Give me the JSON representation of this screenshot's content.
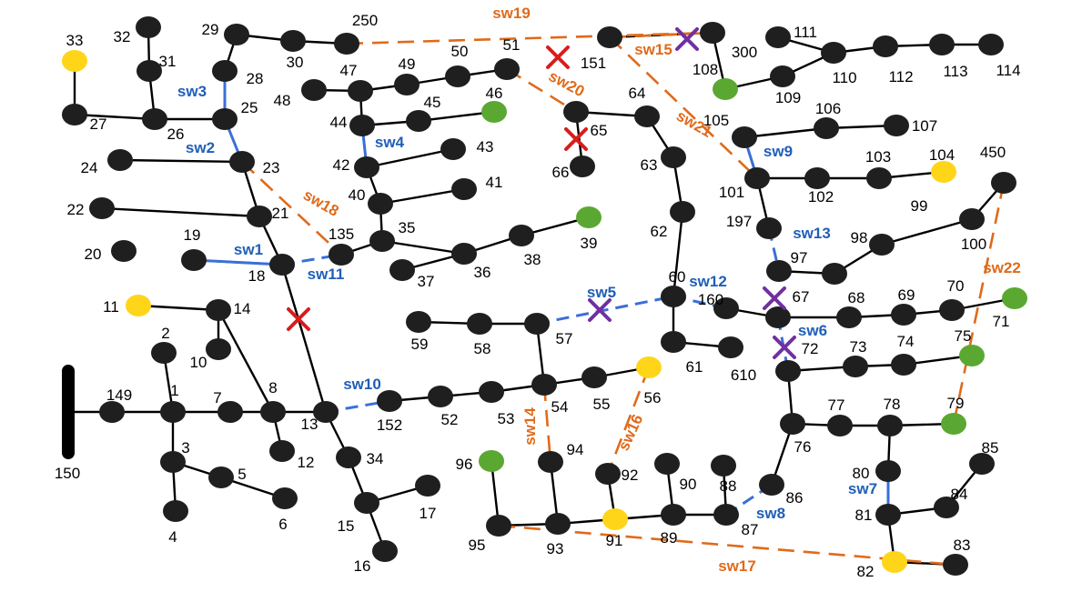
{
  "colors": {
    "node": "#1f1f1f",
    "line": "#000000",
    "open_switch_line": "#e06a1a",
    "closed_switch_line": "#3a6fd8",
    "der_green": "#5aa832",
    "der_yellow": "#ffd51a",
    "marker_red": "#d91c1c",
    "marker_purple": "#7030a0",
    "switch_label_blue": "#1f5fb8",
    "switch_label_orange": "#e06a1a"
  },
  "source_bus": "150",
  "node_types": {
    "green": [
      "46",
      "39",
      "108",
      "71",
      "75",
      "79",
      "96"
    ],
    "yellow": [
      "33",
      "11",
      "56",
      "91",
      "104",
      "82"
    ]
  },
  "nodes": [
    {
      "id": "150",
      "label": "150"
    },
    {
      "id": "149",
      "label": "149"
    },
    {
      "id": "1",
      "label": "1"
    },
    {
      "id": "2",
      "label": "2"
    },
    {
      "id": "3",
      "label": "3"
    },
    {
      "id": "4",
      "label": "4"
    },
    {
      "id": "5",
      "label": "5"
    },
    {
      "id": "6",
      "label": "6"
    },
    {
      "id": "7",
      "label": "7"
    },
    {
      "id": "8",
      "label": "8"
    },
    {
      "id": "10",
      "label": "10"
    },
    {
      "id": "11",
      "label": "11"
    },
    {
      "id": "12",
      "label": "12"
    },
    {
      "id": "13",
      "label": "13"
    },
    {
      "id": "14",
      "label": "14"
    },
    {
      "id": "15",
      "label": "15"
    },
    {
      "id": "16",
      "label": "16"
    },
    {
      "id": "17",
      "label": "17"
    },
    {
      "id": "18",
      "label": "18"
    },
    {
      "id": "19",
      "label": "19"
    },
    {
      "id": "20",
      "label": "20"
    },
    {
      "id": "21",
      "label": "21"
    },
    {
      "id": "22",
      "label": "22"
    },
    {
      "id": "23",
      "label": "23"
    },
    {
      "id": "24",
      "label": "24"
    },
    {
      "id": "25",
      "label": "25"
    },
    {
      "id": "26",
      "label": "26"
    },
    {
      "id": "27",
      "label": "27"
    },
    {
      "id": "28",
      "label": "28"
    },
    {
      "id": "29",
      "label": "29"
    },
    {
      "id": "30",
      "label": "30"
    },
    {
      "id": "31",
      "label": "31"
    },
    {
      "id": "32",
      "label": "32"
    },
    {
      "id": "33",
      "label": "33"
    },
    {
      "id": "34",
      "label": "34"
    },
    {
      "id": "35",
      "label": "35"
    },
    {
      "id": "36",
      "label": "36"
    },
    {
      "id": "37",
      "label": "37"
    },
    {
      "id": "38",
      "label": "38"
    },
    {
      "id": "39",
      "label": "39"
    },
    {
      "id": "40",
      "label": "40"
    },
    {
      "id": "41",
      "label": "41"
    },
    {
      "id": "42",
      "label": "42"
    },
    {
      "id": "43",
      "label": "43"
    },
    {
      "id": "44",
      "label": "44"
    },
    {
      "id": "45",
      "label": "45"
    },
    {
      "id": "46",
      "label": "46"
    },
    {
      "id": "47",
      "label": "47"
    },
    {
      "id": "48",
      "label": "48"
    },
    {
      "id": "49",
      "label": "49"
    },
    {
      "id": "50",
      "label": "50"
    },
    {
      "id": "51",
      "label": "51"
    },
    {
      "id": "52",
      "label": "52"
    },
    {
      "id": "53",
      "label": "53"
    },
    {
      "id": "54",
      "label": "54"
    },
    {
      "id": "55",
      "label": "55"
    },
    {
      "id": "56",
      "label": "56"
    },
    {
      "id": "57",
      "label": "57"
    },
    {
      "id": "58",
      "label": "58"
    },
    {
      "id": "59",
      "label": "59"
    },
    {
      "id": "60",
      "label": "60"
    },
    {
      "id": "61",
      "label": "61"
    },
    {
      "id": "62",
      "label": "62"
    },
    {
      "id": "63",
      "label": "63"
    },
    {
      "id": "64",
      "label": "64"
    },
    {
      "id": "65",
      "label": "65"
    },
    {
      "id": "66",
      "label": "66"
    },
    {
      "id": "67",
      "label": "67"
    },
    {
      "id": "68",
      "label": "68"
    },
    {
      "id": "69",
      "label": "69"
    },
    {
      "id": "70",
      "label": "70"
    },
    {
      "id": "71",
      "label": "71"
    },
    {
      "id": "72",
      "label": "72"
    },
    {
      "id": "73",
      "label": "73"
    },
    {
      "id": "74",
      "label": "74"
    },
    {
      "id": "75",
      "label": "75"
    },
    {
      "id": "76",
      "label": "76"
    },
    {
      "id": "77",
      "label": "77"
    },
    {
      "id": "78",
      "label": "78"
    },
    {
      "id": "79",
      "label": "79"
    },
    {
      "id": "80",
      "label": "80"
    },
    {
      "id": "81",
      "label": "81"
    },
    {
      "id": "82",
      "label": "82"
    },
    {
      "id": "83",
      "label": "83"
    },
    {
      "id": "84",
      "label": "84"
    },
    {
      "id": "85",
      "label": "85"
    },
    {
      "id": "86",
      "label": "86"
    },
    {
      "id": "87",
      "label": "87"
    },
    {
      "id": "88",
      "label": "88"
    },
    {
      "id": "89",
      "label": "89"
    },
    {
      "id": "90",
      "label": "90"
    },
    {
      "id": "91",
      "label": "91"
    },
    {
      "id": "92",
      "label": "92"
    },
    {
      "id": "93",
      "label": "93"
    },
    {
      "id": "94",
      "label": "94"
    },
    {
      "id": "95",
      "label": "95"
    },
    {
      "id": "96",
      "label": "96"
    },
    {
      "id": "97",
      "label": "97"
    },
    {
      "id": "98",
      "label": "98"
    },
    {
      "id": "99",
      "label": "99"
    },
    {
      "id": "100",
      "label": "100"
    },
    {
      "id": "101",
      "label": "101"
    },
    {
      "id": "102",
      "label": "102"
    },
    {
      "id": "103",
      "label": "103"
    },
    {
      "id": "104",
      "label": "104"
    },
    {
      "id": "105",
      "label": "105"
    },
    {
      "id": "106",
      "label": "106"
    },
    {
      "id": "107",
      "label": "107"
    },
    {
      "id": "108",
      "label": "108"
    },
    {
      "id": "109",
      "label": "109"
    },
    {
      "id": "110",
      "label": "110"
    },
    {
      "id": "111",
      "label": "111"
    },
    {
      "id": "112",
      "label": "112"
    },
    {
      "id": "113",
      "label": "113"
    },
    {
      "id": "114",
      "label": "114"
    },
    {
      "id": "135",
      "label": "135"
    },
    {
      "id": "151",
      "label": "151"
    },
    {
      "id": "152",
      "label": "152"
    },
    {
      "id": "160",
      "label": "160"
    },
    {
      "id": "197",
      "label": "197"
    },
    {
      "id": "250",
      "label": "250"
    },
    {
      "id": "300",
      "label": "300"
    },
    {
      "id": "450",
      "label": "450"
    },
    {
      "id": "610",
      "label": "610"
    }
  ],
  "unlabeled_nodes": [
    "9"
  ],
  "lines": [
    [
      "150",
      "149"
    ],
    [
      "149",
      "1"
    ],
    [
      "1",
      "2"
    ],
    [
      "1",
      "7"
    ],
    [
      "1",
      "3"
    ],
    [
      "3",
      "4"
    ],
    [
      "3",
      "5"
    ],
    [
      "5",
      "6"
    ],
    [
      "7",
      "8"
    ],
    [
      "8",
      "12"
    ],
    [
      "8",
      "13"
    ],
    [
      "8",
      "14"
    ],
    [
      "14",
      "11"
    ],
    [
      "14",
      "10"
    ],
    [
      "13",
      "9"
    ],
    [
      "9",
      "18"
    ],
    [
      "13",
      "34"
    ],
    [
      "34",
      "15"
    ],
    [
      "15",
      "16"
    ],
    [
      "15",
      "17"
    ],
    [
      "18",
      "19"
    ],
    [
      "18",
      "21"
    ],
    [
      "21",
      "22"
    ],
    [
      "21",
      "23"
    ],
    [
      "23",
      "24"
    ],
    [
      "25",
      "26"
    ],
    [
      "26",
      "27"
    ],
    [
      "26",
      "31"
    ],
    [
      "31",
      "32"
    ],
    [
      "27",
      "33"
    ],
    [
      "28",
      "29"
    ],
    [
      "29",
      "30"
    ],
    [
      "30",
      "250"
    ],
    [
      "135",
      "35"
    ],
    [
      "35",
      "36"
    ],
    [
      "35",
      "40"
    ],
    [
      "36",
      "37"
    ],
    [
      "36",
      "38"
    ],
    [
      "38",
      "39"
    ],
    [
      "40",
      "41"
    ],
    [
      "40",
      "42"
    ],
    [
      "42",
      "43"
    ],
    [
      "42",
      "44"
    ],
    [
      "44",
      "45"
    ],
    [
      "45",
      "46"
    ],
    [
      "44",
      "47"
    ],
    [
      "47",
      "48"
    ],
    [
      "47",
      "49"
    ],
    [
      "49",
      "50"
    ],
    [
      "50",
      "51"
    ],
    [
      "152",
      "52"
    ],
    [
      "52",
      "53"
    ],
    [
      "53",
      "54"
    ],
    [
      "54",
      "55"
    ],
    [
      "55",
      "56"
    ],
    [
      "54",
      "57"
    ],
    [
      "57",
      "58"
    ],
    [
      "58",
      "59"
    ],
    [
      "60",
      "62"
    ],
    [
      "60",
      "61"
    ],
    [
      "61",
      "610"
    ],
    [
      "62",
      "63"
    ],
    [
      "63",
      "64"
    ],
    [
      "64",
      "65"
    ],
    [
      "65",
      "66"
    ],
    [
      "151",
      "300"
    ],
    [
      "300",
      "108"
    ],
    [
      "108",
      "109"
    ],
    [
      "109",
      "110"
    ],
    [
      "110",
      "111"
    ],
    [
      "110",
      "112"
    ],
    [
      "112",
      "113"
    ],
    [
      "113",
      "114"
    ],
    [
      "105",
      "106"
    ],
    [
      "106",
      "107"
    ],
    [
      "105",
      "101"
    ],
    [
      "101",
      "102"
    ],
    [
      "102",
      "103"
    ],
    [
      "103",
      "104"
    ],
    [
      "101",
      "197"
    ],
    [
      "97",
      "98"
    ],
    [
      "98",
      "99"
    ],
    [
      "99",
      "100"
    ],
    [
      "100",
      "450"
    ],
    [
      "160",
      "67"
    ],
    [
      "67",
      "68"
    ],
    [
      "68",
      "69"
    ],
    [
      "69",
      "70"
    ],
    [
      "70",
      "71"
    ],
    [
      "72",
      "73"
    ],
    [
      "73",
      "74"
    ],
    [
      "74",
      "75"
    ],
    [
      "72",
      "76"
    ],
    [
      "76",
      "77"
    ],
    [
      "77",
      "78"
    ],
    [
      "78",
      "79"
    ],
    [
      "78",
      "80"
    ],
    [
      "81",
      "82"
    ],
    [
      "82",
      "83"
    ],
    [
      "81",
      "84"
    ],
    [
      "84",
      "85"
    ],
    [
      "76",
      "86"
    ],
    [
      "87",
      "88"
    ],
    [
      "87",
      "89"
    ],
    [
      "89",
      "90"
    ],
    [
      "89",
      "91"
    ],
    [
      "91",
      "92"
    ],
    [
      "91",
      "93"
    ],
    [
      "93",
      "94"
    ],
    [
      "93",
      "95"
    ],
    [
      "95",
      "96"
    ]
  ],
  "switches": [
    {
      "label": "sw1",
      "from": "19",
      "to": "18",
      "state": "closed"
    },
    {
      "label": "sw2",
      "from": "25",
      "to": "23",
      "state": "closed"
    },
    {
      "label": "sw3",
      "from": "28",
      "to": "25",
      "state": "closed"
    },
    {
      "label": "sw4",
      "from": "44",
      "to": "42",
      "state": "closed"
    },
    {
      "label": "sw5",
      "from": "57",
      "to": "60",
      "state": "closed"
    },
    {
      "label": "sw6",
      "from": "67",
      "to": "72",
      "state": "closed"
    },
    {
      "label": "sw7",
      "from": "80",
      "to": "81",
      "state": "closed"
    },
    {
      "label": "sw8",
      "from": "87",
      "to": "86",
      "state": "closed"
    },
    {
      "label": "sw9",
      "from": "105",
      "to": "101",
      "state": "closed"
    },
    {
      "label": "sw10",
      "from": "13",
      "to": "152",
      "state": "closed"
    },
    {
      "label": "sw11",
      "from": "18",
      "to": "135",
      "state": "closed"
    },
    {
      "label": "sw12",
      "from": "60",
      "to": "160",
      "state": "closed"
    },
    {
      "label": "sw13",
      "from": "197",
      "to": "97",
      "state": "closed"
    },
    {
      "label": "sw14",
      "from": "54",
      "to": "94",
      "state": "open"
    },
    {
      "label": "sw15",
      "from": "151",
      "to": "300",
      "state": "open"
    },
    {
      "label": "sw16",
      "from": "56",
      "to": "92",
      "state": "open"
    },
    {
      "label": "sw17",
      "from": "95",
      "to": "83",
      "state": "open"
    },
    {
      "label": "sw18",
      "from": "23",
      "to": "135",
      "state": "open"
    },
    {
      "label": "sw19",
      "from": "250",
      "to": "300",
      "state": "open"
    },
    {
      "label": "sw20",
      "from": "51",
      "to": "65",
      "state": "open"
    },
    {
      "label": "sw21",
      "from": "151",
      "to": "101",
      "state": "open"
    },
    {
      "label": "sw22",
      "from": "450",
      "to": "79",
      "state": "open"
    }
  ],
  "markers": [
    {
      "color": "red",
      "on": "9"
    },
    {
      "color": "red",
      "on": "51-151"
    },
    {
      "color": "red",
      "on": "65"
    },
    {
      "color": "purple",
      "on": "151-300"
    },
    {
      "color": "purple",
      "on": "57-60"
    },
    {
      "color": "purple",
      "on": "160-67"
    },
    {
      "color": "purple",
      "on": "67-72"
    }
  ]
}
